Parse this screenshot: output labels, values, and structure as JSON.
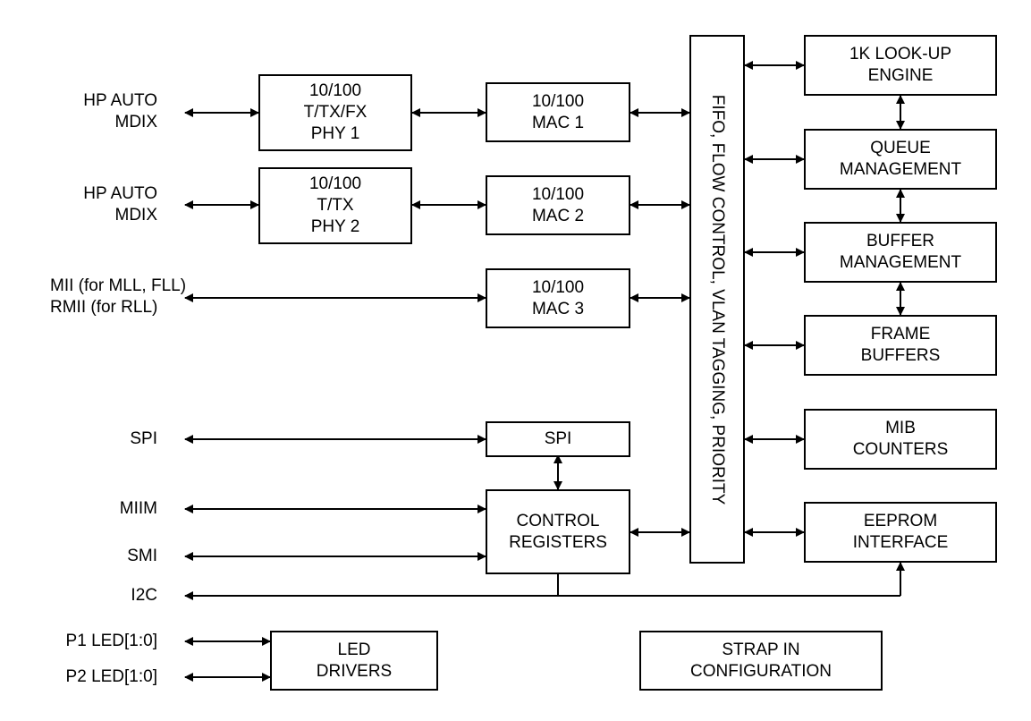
{
  "blocks": {
    "phy1": [
      "10/100",
      "T/TX/FX",
      "PHY 1"
    ],
    "phy2": [
      "10/100",
      "T/TX",
      "PHY 2"
    ],
    "mac1": [
      "10/100",
      "MAC 1"
    ],
    "mac2": [
      "10/100",
      "MAC 2"
    ],
    "mac3": [
      "10/100",
      "MAC 3"
    ],
    "fifo": "FIFO, FLOW CONTROL, VLAN TAGGING, PRIORITY",
    "lookup": [
      "1K LOOK-UP",
      "ENGINE"
    ],
    "queue": [
      "QUEUE",
      "MANAGEMENT"
    ],
    "buffer": [
      "BUFFER",
      "MANAGEMENT"
    ],
    "frame": [
      "FRAME",
      "BUFFERS"
    ],
    "mib": [
      "MIB",
      "COUNTERS"
    ],
    "eeprom": [
      "EEPROM",
      "INTERFACE"
    ],
    "spi": "SPI",
    "control": [
      "CONTROL",
      "REGISTERS"
    ],
    "led": [
      "LED",
      "DRIVERS"
    ],
    "strap": [
      "STRAP IN",
      "CONFIGURATION"
    ]
  },
  "ports": {
    "hp1": [
      "HP AUTO",
      "MDIX"
    ],
    "hp2": [
      "HP AUTO",
      "MDIX"
    ],
    "mii": [
      "MII (for MLL, FLL)",
      "RMII (for RLL)"
    ],
    "spi": "SPI",
    "miim": "MIIM",
    "smi": "SMI",
    "i2c": "I2C",
    "p1led": "P1 LED[1:0]",
    "p2led": "P2 LED[1:0]"
  },
  "colors": {
    "line": "#000000",
    "background": "#ffffff"
  }
}
